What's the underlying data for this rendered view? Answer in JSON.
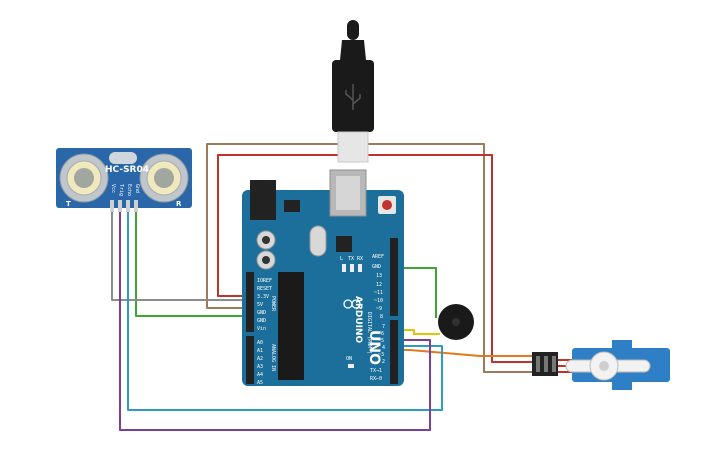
{
  "sensor": {
    "model": "HC-SR04",
    "left_mark": "T",
    "right_mark": "R",
    "pins": [
      "Vcc",
      "Trig",
      "Echo",
      "Gnd"
    ]
  },
  "arduino": {
    "name": "ARDUINO",
    "model": "UNO",
    "power_header": [
      "IOREF",
      "RESET",
      "3.3V",
      "5V",
      "GND",
      "GND",
      "Vin"
    ],
    "power_title": "POWER",
    "analog_pins": [
      "A0",
      "A1",
      "A2",
      "A3",
      "A4",
      "A5"
    ],
    "analog_title": "ANALOG IN",
    "digital_top": [
      "AREF",
      "GND",
      "13",
      "12",
      "~11",
      "~10",
      "~9",
      "8"
    ],
    "digital_bottom": [
      "7",
      "~6",
      "~5",
      "4",
      "~3",
      "2",
      "TX→1",
      "RX←0"
    ],
    "digital_title": "DIGITAL (PWM~)",
    "leds": [
      "L",
      "TX",
      "RX"
    ],
    "on_led": "ON"
  },
  "colors": {
    "board": "#1b6f9a",
    "sensor_board": "#2a67a8",
    "wire_red": "#c0322b",
    "wire_brown": "#9c7a5a",
    "wire_green": "#3fa535",
    "wire_grey": "#8c8c8c",
    "wire_purple": "#7b3f98",
    "wire_cyan": "#2e9bc2",
    "wire_orange": "#e07a1f",
    "wire_yellow": "#e8c400",
    "servo": "#2f7fc7"
  }
}
